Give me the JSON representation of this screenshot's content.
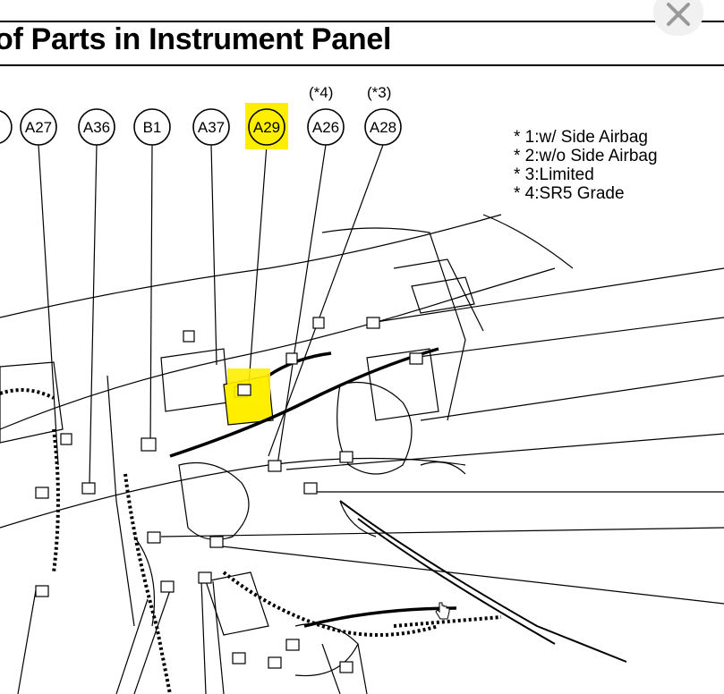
{
  "header": {
    "title": "of Parts in Instrument Panel"
  },
  "window": {
    "close_icon": "close-icon"
  },
  "connectors": [
    {
      "id": "A27",
      "highlight": false,
      "note": ""
    },
    {
      "id": "A36",
      "highlight": false,
      "note": ""
    },
    {
      "id": "B1",
      "highlight": false,
      "note": ""
    },
    {
      "id": "A37",
      "highlight": false,
      "note": ""
    },
    {
      "id": "A29",
      "highlight": true,
      "note": ""
    },
    {
      "id": "A26",
      "highlight": false,
      "note": "(*4)"
    },
    {
      "id": "A28",
      "highlight": false,
      "note": "(*3)"
    }
  ],
  "legend": [
    "* 1:w/ Side Airbag",
    "* 2:w/o Side Airbag",
    "* 3:Limited",
    "* 4:SR5 Grade"
  ],
  "colors": {
    "highlight": "#ffee00",
    "line": "#000000"
  }
}
